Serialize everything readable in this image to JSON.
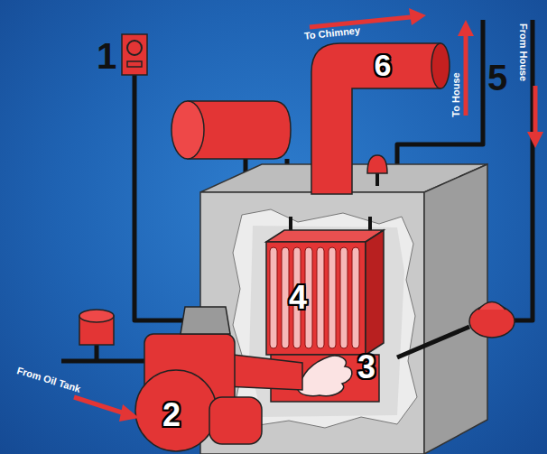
{
  "diagram": {
    "labels": [
      "1",
      "To Chimney",
      "6",
      "To House",
      "5",
      "From House",
      "4",
      "3",
      "From Oil Tank",
      "2"
    ]
  }
}
